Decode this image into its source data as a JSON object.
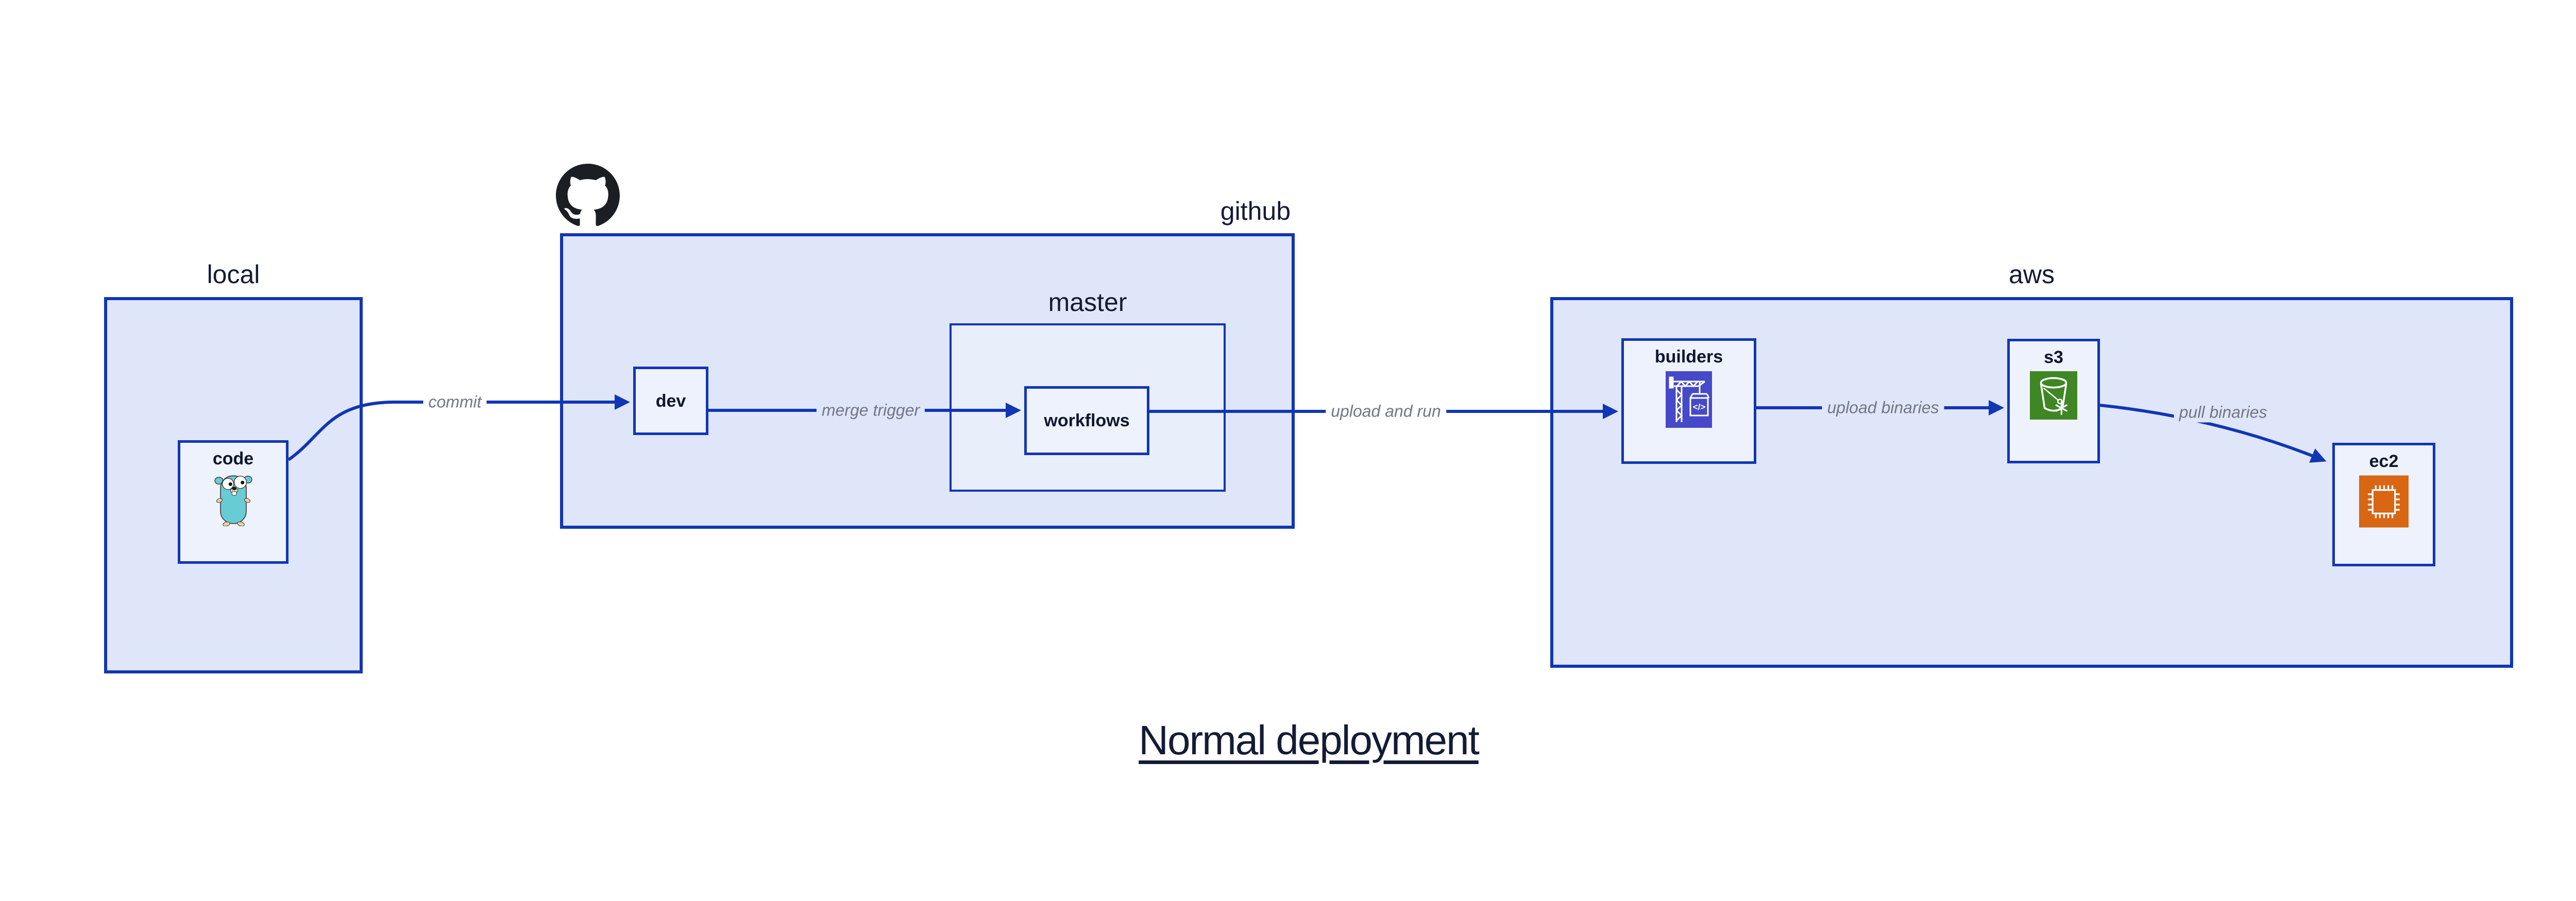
{
  "diagram_title": "Normal deployment",
  "containers": {
    "local": {
      "label": "local"
    },
    "github": {
      "label": "github"
    },
    "master": {
      "label": "master"
    },
    "aws": {
      "label": "aws"
    }
  },
  "nodes": {
    "code": {
      "label": "code",
      "icon": "go-gopher-icon"
    },
    "dev": {
      "label": "dev"
    },
    "workflows": {
      "label": "workflows"
    },
    "builders": {
      "label": "builders",
      "icon": "aws-codebuild-icon"
    },
    "s3": {
      "label": "s3",
      "icon": "aws-s3-bucket-icon"
    },
    "ec2": {
      "label": "ec2",
      "icon": "aws-ec2-chip-icon"
    }
  },
  "edges": {
    "commit": {
      "label": "commit",
      "from": "code",
      "to": "dev"
    },
    "merge_trigger": {
      "label": "merge trigger",
      "from": "dev",
      "to": "workflows"
    },
    "upload_and_run": {
      "label": "upload and run",
      "from": "workflows",
      "to": "builders"
    },
    "upload_binaries": {
      "label": "upload binaries",
      "from": "builders",
      "to": "s3"
    },
    "pull_binaries": {
      "label": "pull binaries",
      "from": "s3",
      "to": "ec2"
    }
  },
  "colors": {
    "container_fill": "#dfe6f9",
    "subcontainer_fill": "#e9eefb",
    "node_fill": "#eef2fc",
    "border_and_arrow_blue": "#1136b4",
    "label_navy": "#141b35",
    "edge_label_gray": "#717783",
    "github_logo_black": "#1b1f23",
    "codebuild_icon_indigo": "#4649c8",
    "s3_icon_green": "#3f8624",
    "ec2_icon_orange": "#d86613",
    "gopher_teal": "#68ccd6"
  }
}
